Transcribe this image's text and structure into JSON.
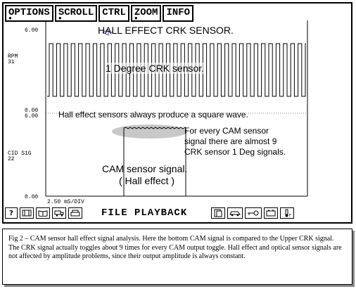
{
  "menu": {
    "items": [
      {
        "label": "OPTIONS"
      },
      {
        "label": "SCROLL"
      },
      {
        "label": "CTRL"
      },
      {
        "label": "ZOOM"
      },
      {
        "label": "INFO"
      }
    ]
  },
  "plot": {
    "title": "HALL EFFECT CRK SENSOR.",
    "crk": {
      "label": "1 Degree CRK sensor.",
      "pid_name": "RPM",
      "pid_num": "31",
      "max": "6.00",
      "min": "0.00"
    },
    "note_square": "Hall effect sensors always produce a square wave.",
    "cam": {
      "pid_name": "CID S1G",
      "pid_num": "22",
      "max": "6.00",
      "min": "0.00",
      "label_line1": "CAM sensor signal.",
      "label_line2": "( Hall effect )"
    },
    "note_cam": [
      "For every CAM sensor",
      "signal there are almost 9",
      "CRK sensor 1 Deg signals."
    ],
    "timebase": "2.50 mS/DIV"
  },
  "toolbar": {
    "title": "FILE PLAYBACK",
    "help_glyph": "?"
  },
  "caption": {
    "text": "Fig 2 – CAM sensor hall effect signal analysis. Here the bottom CAM signal is compared to the Upper CRK signal. The CRK signal actually toggles about 9 times for every CAM output toggle. Hall effect and optical sensor signals are not affected by amplitude problems, since their output amplitude is always constant."
  }
}
